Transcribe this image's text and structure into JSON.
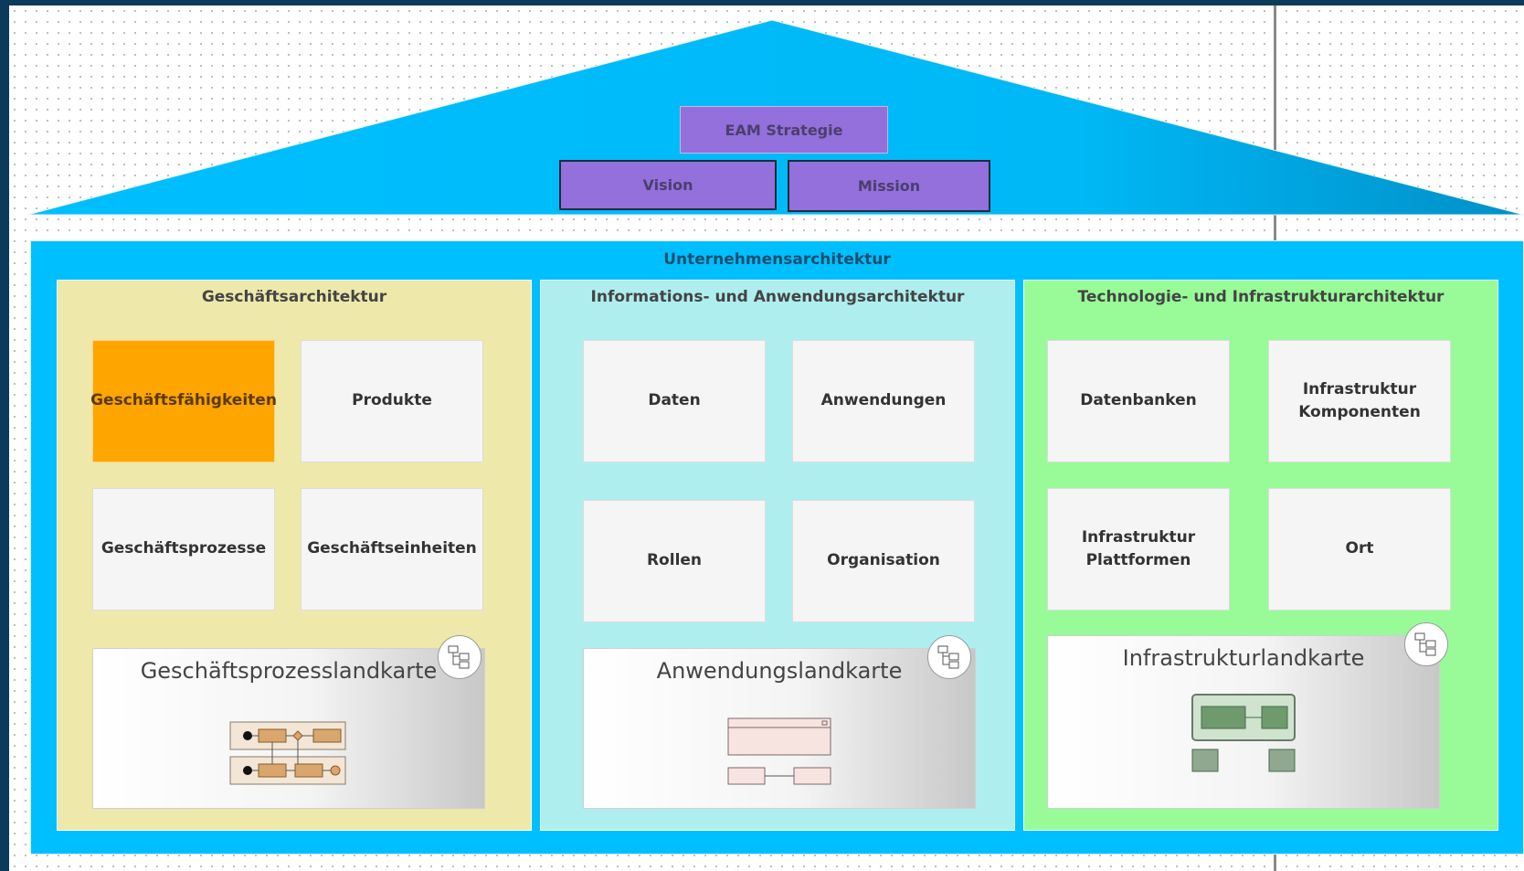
{
  "strategy": {
    "eam": "EAM Strategie",
    "vision": "Vision",
    "mission": "Mission"
  },
  "enterprise": {
    "title": "Unternehmensarchitektur",
    "columns": [
      {
        "title": "Geschäftsarchitektur",
        "items": [
          "Geschäftsfähigkeiten",
          "Produkte",
          "Geschäftsprozesse",
          "Geschäftseinheiten"
        ],
        "map": "Geschäftsprozesslandkarte",
        "map_icon": "process-map-icon"
      },
      {
        "title": "Informations- und Anwendungsarchitektur",
        "items": [
          "Daten",
          "Anwendungen",
          "Rollen",
          "Organisation"
        ],
        "map": "Anwendungslandkarte",
        "map_icon": "application-map-icon"
      },
      {
        "title": "Technologie- und Infrastrukturarchitektur",
        "items": [
          "Datenbanken",
          "Infrastruktur\nKomponenten",
          "Infrastruktur\nPlattformen",
          "Ort"
        ],
        "map": "Infrastrukturlandkarte",
        "map_icon": "infrastructure-map-icon"
      }
    ]
  },
  "colors": {
    "roof": "#00bfff",
    "purple": "#9370db",
    "business": "#eee8aa",
    "information": "#afeeee",
    "technology": "#98fb98",
    "highlight": "#ffa500"
  }
}
